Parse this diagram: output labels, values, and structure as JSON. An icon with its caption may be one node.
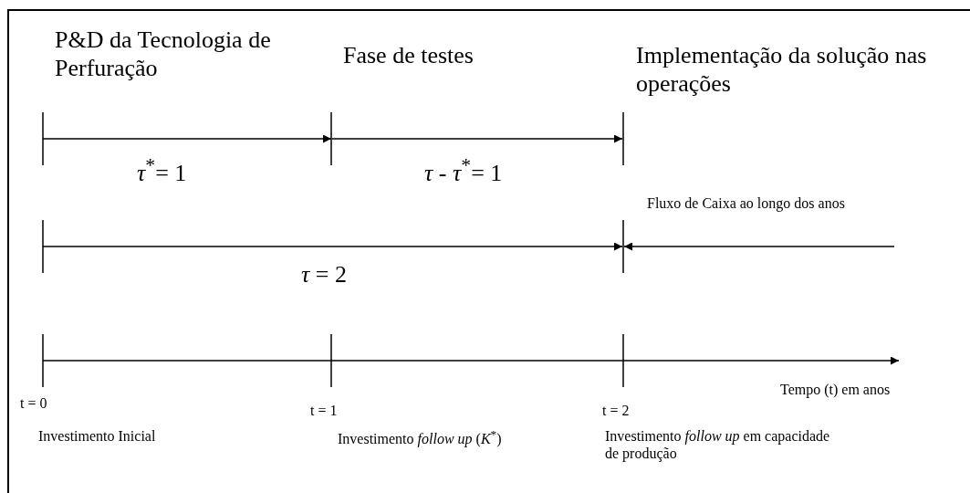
{
  "diagram": {
    "labels": [
      "P&D da Tecnologia de Perfuração",
      "Fase de testes",
      "Implementação da solução nas operações",
      "*τ*$^{*}$= 1",
      "*τ* - *τ*$^{*}$= 1",
      "Fluxo de Caixa ao longo dos anos",
      "*τ* = 2",
      "Tempo (t) em anos",
      "t = 0",
      "t = 1",
      "t = 2",
      "Investimento Inicial",
      "Investimento *follow up* (*K*$^{*}$)",
      "Investimento *follow up* em capacidade de produção"
    ]
  }
}
